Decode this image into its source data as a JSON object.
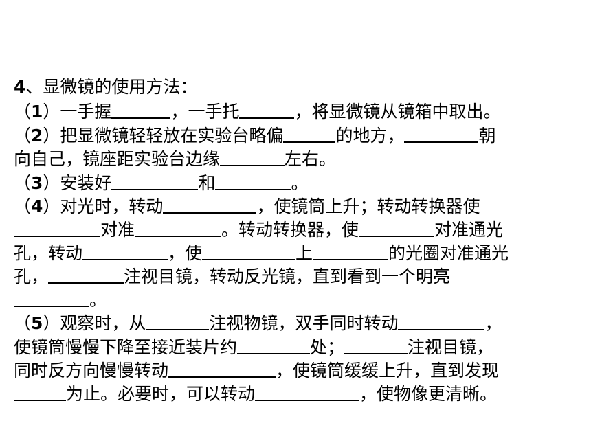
{
  "title": {
    "num": "4",
    "text": "、显微镜的使用方法："
  },
  "items": {
    "s1": {
      "num": "1",
      "a": "（",
      "b": "）一手握",
      "c": "，一手托",
      "d": "，将显微镜从镜箱中取出。"
    },
    "s2": {
      "num": "2",
      "a": "（",
      "b": "）把显微镜轻轻放在实验台略偏",
      "c": "的地方，",
      "d": "朝",
      "e": "向自己，镜座距实验台边缘",
      "f": "左右。"
    },
    "s3": {
      "num": "3",
      "a": "（",
      "b": "）安装好",
      "c": "和",
      "d": "。"
    },
    "s4": {
      "num": "4",
      "a": "（",
      "b": "）对光时，转动",
      "c": "，使镜筒上升；转动转换器使",
      "d": "对准",
      "e": "。转动转换器，使",
      "f": "对准通光",
      "g": "孔，转动",
      "h": "，使",
      "i": "上",
      "j": "的光圈对准通光",
      "k": "孔，",
      "l": "注视目镜，转动反光镜，直到看到一个明亮",
      "m": "。"
    },
    "s5": {
      "num": "5",
      "a": "（",
      "b": "）观察时，从",
      "c": "注视物镜，双手同时转动",
      "d": "，",
      "e": "使镜筒慢慢下降至接近装片约",
      "f": "处；",
      "g": "注视目镜，",
      "h": "同时反方向慢慢转动",
      "i": "，使镜筒缓缓上升，直到发现",
      "j": "为止。必要时，可以转动",
      "k": "，使物像更清晰。"
    }
  }
}
